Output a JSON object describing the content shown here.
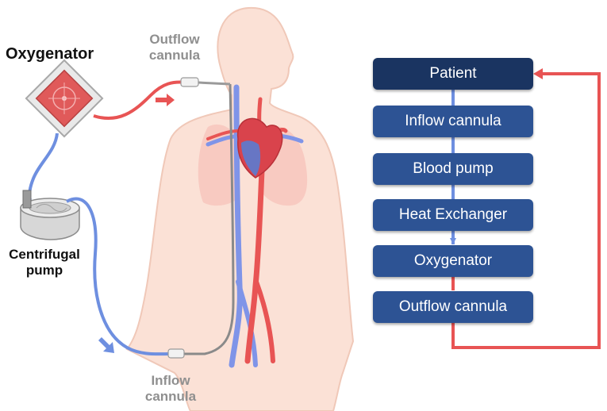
{
  "labels": {
    "oxygenator": "Oxygenator",
    "outflow_line1": "Outflow",
    "outflow_line2": "cannula",
    "centrifugal_line1": "Centrifugal",
    "centrifugal_line2": "pump",
    "inflow_line1": "Inflow",
    "inflow_line2": "cannula"
  },
  "flowchart": {
    "boxes": [
      "Patient",
      "Inflow cannula",
      "Blood pump",
      "Heat Exchanger",
      "Oxygenator",
      "Outflow cannula"
    ]
  },
  "colors": {
    "venous_blue": "#6e8fe0",
    "arterial_red": "#e85454",
    "box_fill": "#2d5394",
    "box_fill_dark": "#1a3461",
    "body_fill": "#fbe1d6"
  }
}
